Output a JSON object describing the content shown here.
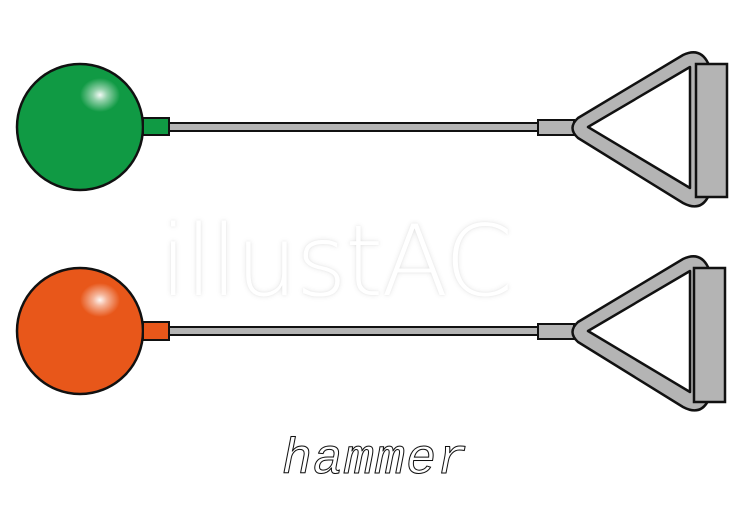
{
  "caption": "hammer",
  "watermark": "illustAC",
  "colors": {
    "green_ball": "#109a44",
    "orange_ball": "#e8571a",
    "metal": "#b4b4b4",
    "outline": "#111111",
    "background": "#ffffff"
  },
  "hammers": [
    {
      "name": "green-hammer",
      "ball_color": "#109a44"
    },
    {
      "name": "orange-hammer",
      "ball_color": "#e8571a"
    }
  ]
}
